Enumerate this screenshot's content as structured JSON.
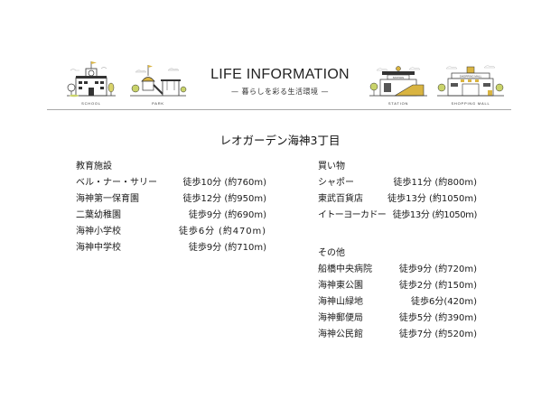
{
  "header": {
    "title": "LIFE INFORMATION",
    "subtitle": "— 暮らしを彩る生活環境 —",
    "illustrations": [
      {
        "name": "school",
        "caption": "SCHOOL"
      },
      {
        "name": "park",
        "caption": "PARK"
      },
      {
        "name": "station",
        "caption": "STATION"
      },
      {
        "name": "shopping-mall",
        "caption": "SHOPPING MALL"
      }
    ],
    "accent_color": "#d9b441"
  },
  "property_name": "レオガーデン海神3丁目",
  "sections": {
    "education": {
      "heading": "教育施設",
      "items": [
        {
          "name": "ベル・ナー・サリー",
          "distance": "徒歩10分 (約760m)"
        },
        {
          "name": "海神第一保育園",
          "distance": "徒歩12分 (約950m)"
        },
        {
          "name": "二葉幼稚園",
          "distance": "徒歩9分 (約690m)"
        },
        {
          "name": "海神小学校",
          "distance": "徒歩6分 (約470m)"
        },
        {
          "name": "海神中学校",
          "distance": "徒歩9分 (約710m)"
        }
      ]
    },
    "shopping": {
      "heading": "買い物",
      "items": [
        {
          "name": "シャポー",
          "distance": "徒歩11分 (約800m)"
        },
        {
          "name": "東武百貨店",
          "distance": "徒歩13分 (約1050m)"
        },
        {
          "name": "イトーヨーカドー",
          "distance": "徒歩13分 (約1050m)"
        }
      ]
    },
    "other": {
      "heading": "その他",
      "items": [
        {
          "name": "船橋中央病院",
          "distance": "徒歩9分 (約720m)"
        },
        {
          "name": "海神東公園",
          "distance": "徒歩2分 (約150m)"
        },
        {
          "name": "海神山緑地",
          "distance": "徒歩6分(420m)"
        },
        {
          "name": "海神郵便局",
          "distance": "徒歩5分 (約390m)"
        },
        {
          "name": "海神公民館",
          "distance": "徒歩7分 (約520m)"
        }
      ]
    }
  }
}
